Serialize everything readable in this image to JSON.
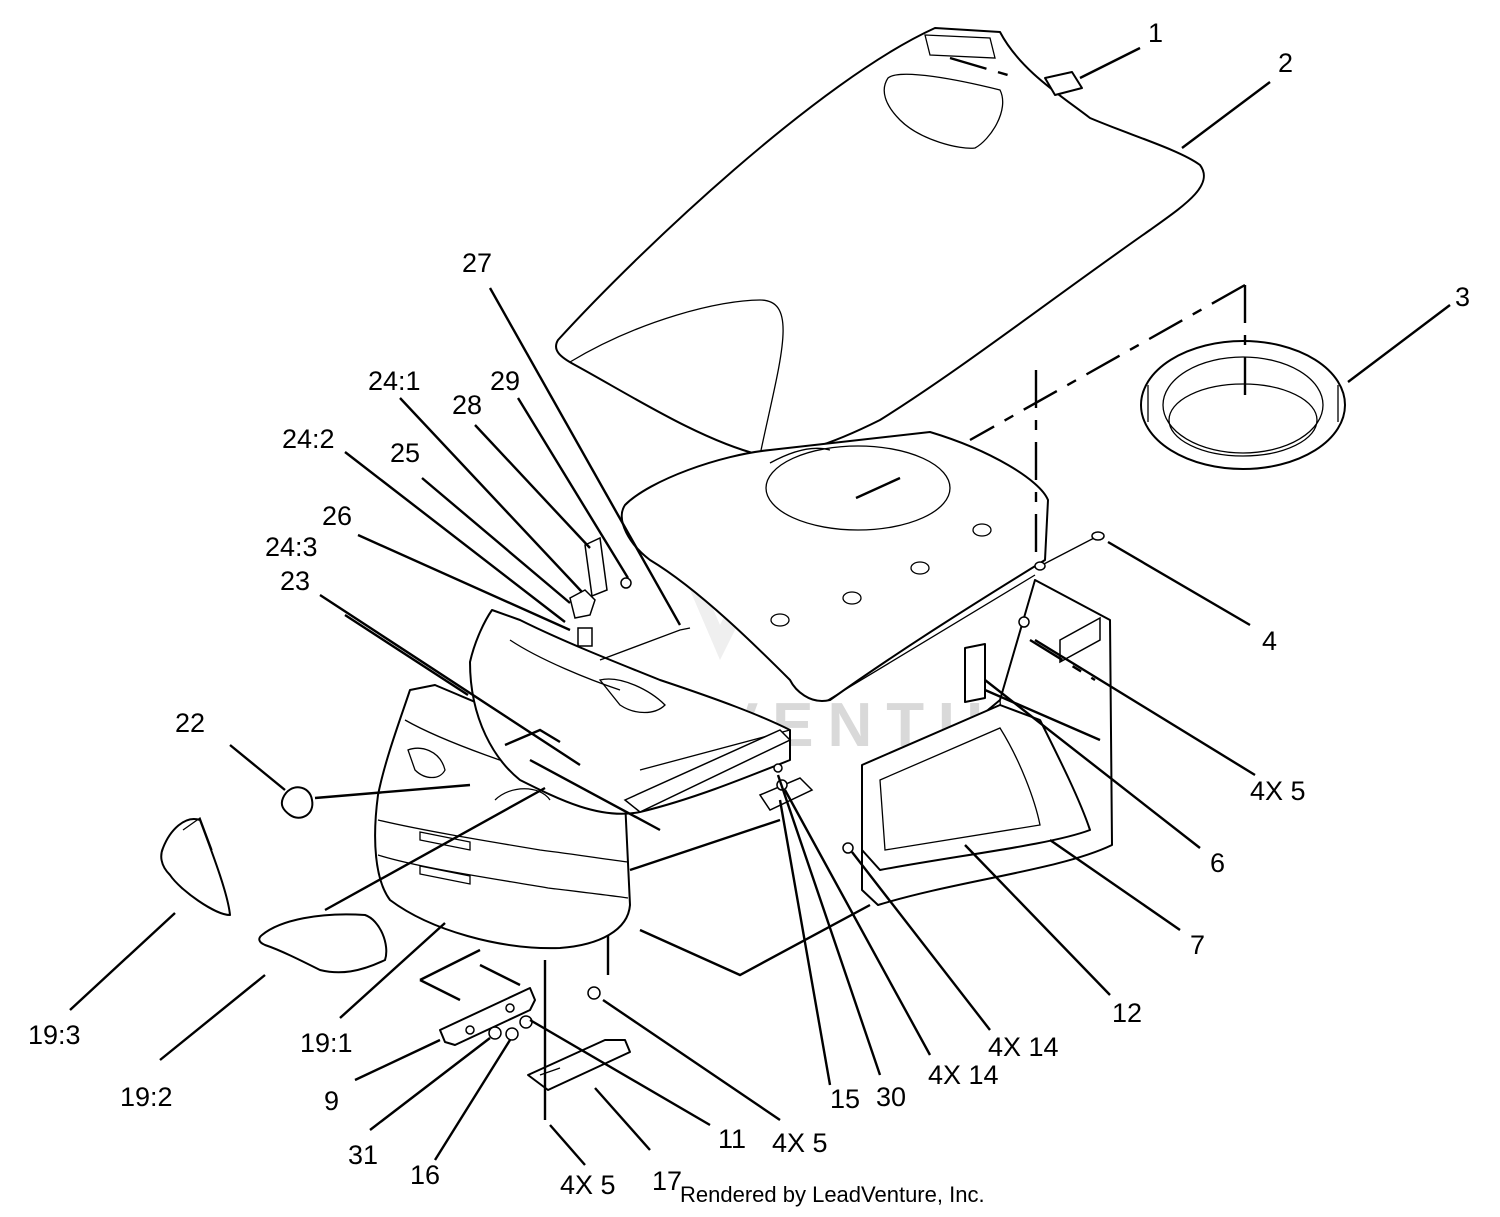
{
  "credit": "Rendered by LeadVenture, Inc.",
  "watermark": "LEADVENTURE",
  "callouts": [
    {
      "id": "c-1",
      "text": "1"
    },
    {
      "id": "c-2",
      "text": "2"
    },
    {
      "id": "c-3",
      "text": "3"
    },
    {
      "id": "c-4",
      "text": "4"
    },
    {
      "id": "c-4x5-right",
      "text": "4X 5"
    },
    {
      "id": "c-6",
      "text": "6"
    },
    {
      "id": "c-7",
      "text": "7"
    },
    {
      "id": "c-12",
      "text": "12"
    },
    {
      "id": "c-4x14-a",
      "text": "4X 14"
    },
    {
      "id": "c-4x14-b",
      "text": "4X 14"
    },
    {
      "id": "c-30",
      "text": "30"
    },
    {
      "id": "c-15",
      "text": "15"
    },
    {
      "id": "c-4x5-bottom",
      "text": "4X 5"
    },
    {
      "id": "c-11",
      "text": "11"
    },
    {
      "id": "c-17",
      "text": "17"
    },
    {
      "id": "c-4x5-lower",
      "text": "4X 5"
    },
    {
      "id": "c-16",
      "text": "16"
    },
    {
      "id": "c-31",
      "text": "31"
    },
    {
      "id": "c-9",
      "text": "9"
    },
    {
      "id": "c-19-1",
      "text": "19:1"
    },
    {
      "id": "c-19-2",
      "text": "19:2"
    },
    {
      "id": "c-19-3",
      "text": "19:3"
    },
    {
      "id": "c-22",
      "text": "22"
    },
    {
      "id": "c-23",
      "text": "23"
    },
    {
      "id": "c-24-3",
      "text": "24:3"
    },
    {
      "id": "c-26",
      "text": "26"
    },
    {
      "id": "c-24-2",
      "text": "24:2"
    },
    {
      "id": "c-25",
      "text": "25"
    },
    {
      "id": "c-24-1",
      "text": "24:1"
    },
    {
      "id": "c-28",
      "text": "28"
    },
    {
      "id": "c-29",
      "text": "29"
    },
    {
      "id": "c-27",
      "text": "27"
    }
  ]
}
